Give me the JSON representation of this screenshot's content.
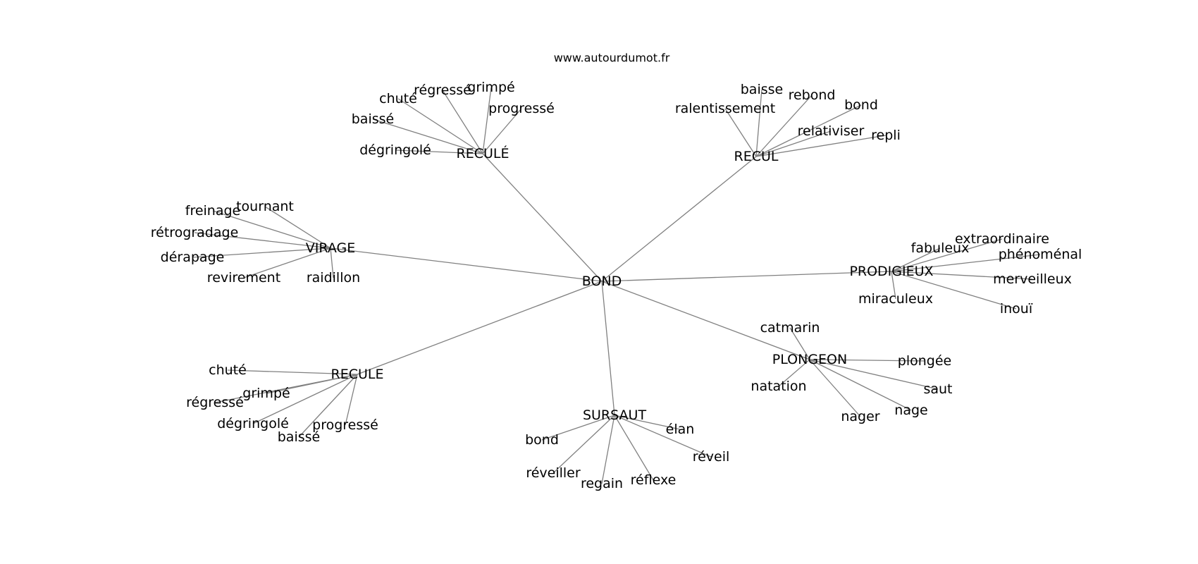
{
  "site": "www.autourdumot.fr",
  "graph": {
    "root": "BOND",
    "groups": [
      {
        "word": "RECULÉ",
        "leaves": [
          "dégringolé",
          "baissé",
          "chuté",
          "régressé",
          "grimpé",
          "progressé"
        ]
      },
      {
        "word": "RECUL",
        "leaves": [
          "ralentissement",
          "baisse",
          "rebond",
          "bond",
          "relativiser",
          "repli"
        ]
      },
      {
        "word": "VIRAGE",
        "leaves": [
          "tournant",
          "freinage",
          "rétrogradage",
          "dérapage",
          "revirement",
          "raidillon"
        ]
      },
      {
        "word": "PRODIGIEUX",
        "leaves": [
          "fabuleux",
          "extraordinaire",
          "phénoménal",
          "merveilleux",
          "inouï",
          "miraculeux"
        ]
      },
      {
        "word": "PLONGEON",
        "leaves": [
          "catmarin",
          "plongée",
          "saut",
          "nage",
          "nager",
          "natation"
        ]
      },
      {
        "word": "SURSAUT",
        "leaves": [
          "élan",
          "réveil",
          "réflexe",
          "regain",
          "réveiller",
          "bond"
        ]
      },
      {
        "word": "RECULE",
        "leaves": [
          "chuté",
          "grimpé",
          "régressé",
          "dégringolé",
          "baissé",
          "progressé"
        ]
      }
    ]
  }
}
